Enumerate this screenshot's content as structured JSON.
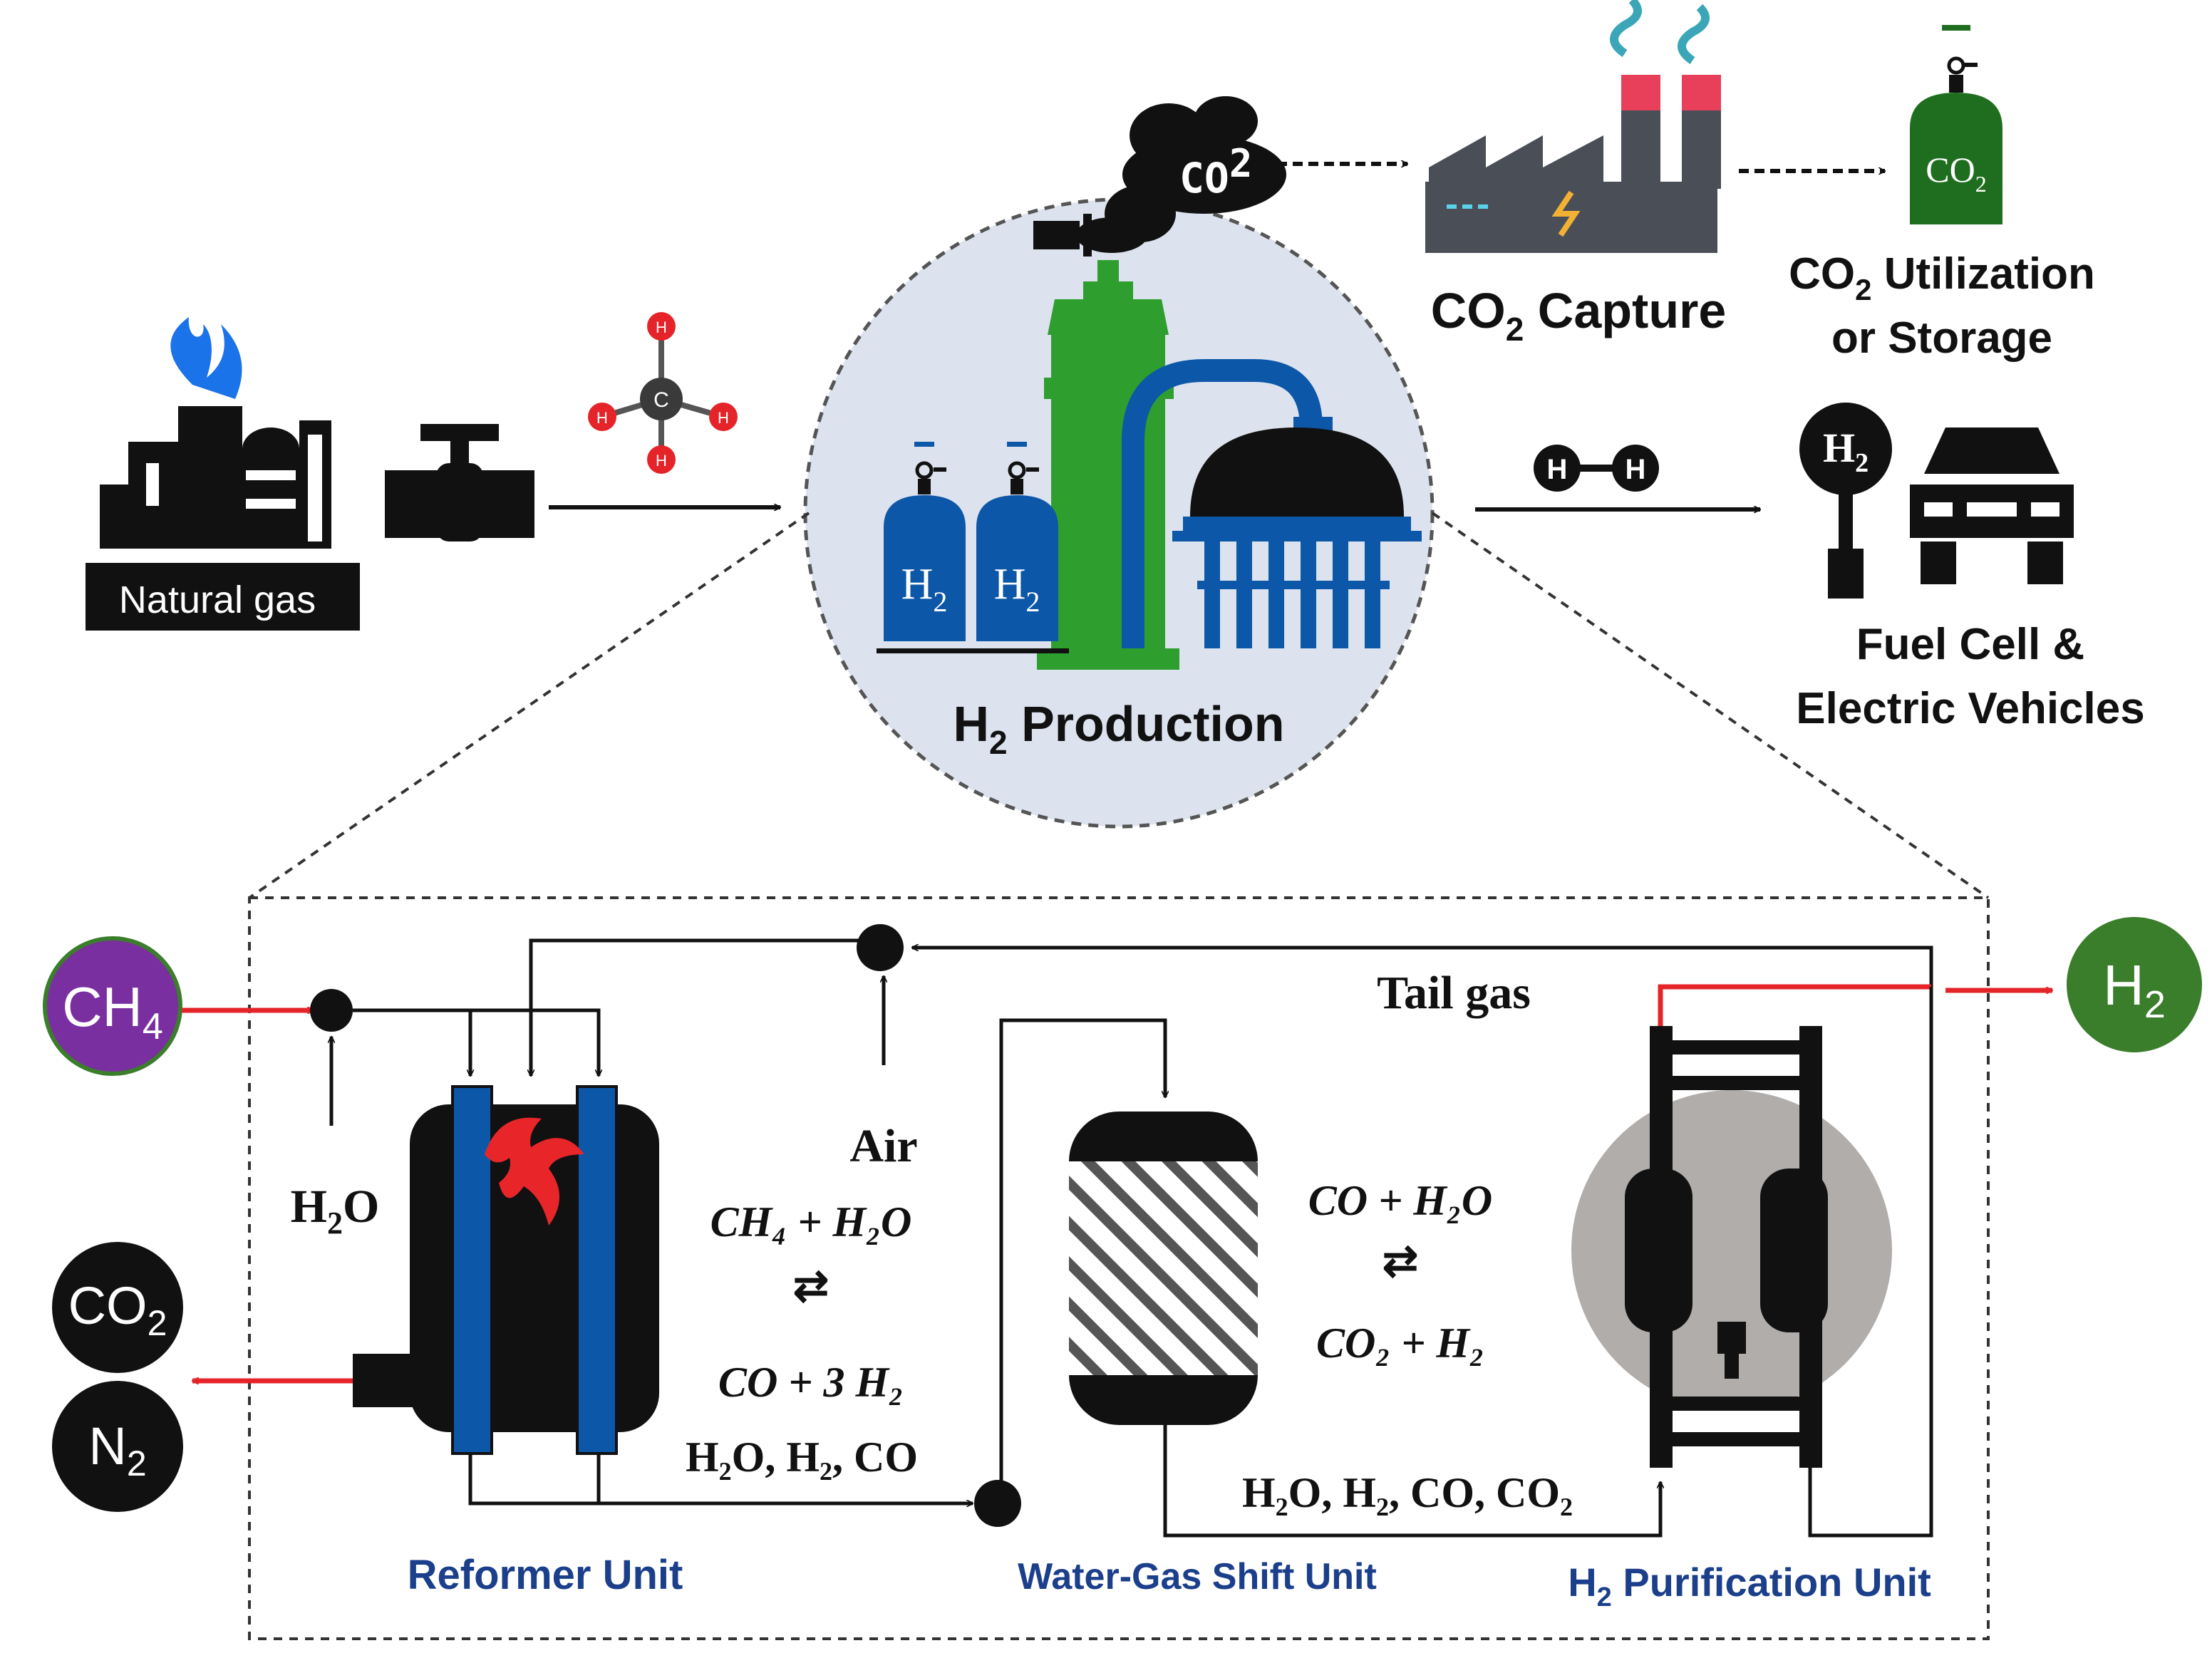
{
  "top": {
    "natural_gas": "Natural gas",
    "co2_cloud": "CO",
    "co2_cloud_sup": "2",
    "capture_main": "CO",
    "capture_sub": "2",
    "capture_rest": " Capture",
    "util_main": "CO",
    "util_sub": "2",
    "util_rest": " Utilization",
    "util_line2": "or Storage",
    "tank_co2_main": "CO",
    "tank_co2_sub": "2",
    "h2_tank_main": "H",
    "h2_tank_sub": "2",
    "prod_main": "H",
    "prod_sub": "2",
    "prod_rest": " Production",
    "fuel_line1": "Fuel Cell &",
    "fuel_line2": "Electric Vehicles",
    "h2_dispenser_main": "H",
    "h2_dispenser_sub": "2",
    "methane_c": "C",
    "methane_h": "H",
    "h2_molecule_atom": "H"
  },
  "process": {
    "ch4_main": "CH",
    "ch4_sub": "4",
    "h2_out_main": "H",
    "h2_out_sub": "2",
    "co2_main": "CO",
    "co2_sub": "2",
    "n2_main": "N",
    "n2_sub": "2",
    "h2o_main": "H",
    "h2o_sub": "2",
    "h2o_end": "O",
    "air": "Air",
    "tail_gas": "Tail gas",
    "reaction1_line1": "CH₄ + H₂O",
    "reaction1_arrow": "⇄",
    "reaction1_line2": "CO + 3 H₂",
    "reformer_outlet": "H₂O, H₂, CO",
    "reaction2_line1": "CO + H₂O",
    "reaction2_arrow": "⇄",
    "reaction2_line2": "CO₂ + H₂",
    "shift_outlet": "H₂O, H₂, CO, CO₂",
    "reformer_unit": "Reformer Unit",
    "wgs_unit": "Water-Gas Shift Unit",
    "purif_main": "H",
    "purif_sub": "2",
    "purif_rest": " Purification Unit"
  },
  "colors": {
    "flame_blue": "#1a73e8",
    "tank_blue": "#0d57a8",
    "tower_green": "#2e9e2e",
    "circle_bg": "#dce3ee",
    "co2_tank_green": "#1f6e1f",
    "chimney_red": "#e8405a",
    "factory_gray": "#4a4f57",
    "ch4_purple": "#7a2fa0",
    "h2_green": "#3a7d2a",
    "red_arrow": "#e5242a",
    "heat_red": "#e8262a",
    "purifier_gray": "#b0adaa",
    "label_blue": "#1b3f8a"
  }
}
